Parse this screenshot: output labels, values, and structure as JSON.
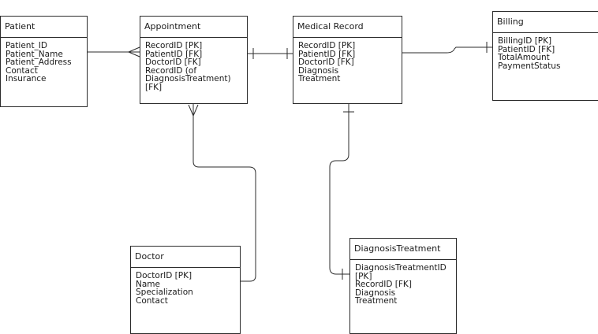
{
  "diagram": {
    "entities": {
      "patient": {
        "name": "Patient",
        "attributes": [
          "Patient_ID",
          "Patient_Name",
          "Patient_Address",
          "Contact",
          "Insurance"
        ]
      },
      "appointment": {
        "name": "Appointment",
        "attributes": [
          "RecordID [PK]",
          "PatientID [FK]",
          "DoctorID [FK]",
          "RecordID (of",
          "DiagnosisTreatment)",
          "[FK]"
        ]
      },
      "medical_record": {
        "name": "Medical Record",
        "attributes": [
          "RecordID [PK]",
          "PatientID [FK]",
          "DoctorID [FK]",
          "Diagnosis",
          "Treatment"
        ]
      },
      "billing": {
        "name": "Billing",
        "attributes": [
          "BillingID [PK]",
          "PatientID [FK]",
          "TotalAmount",
          "PaymentStatus"
        ]
      },
      "doctor": {
        "name": "Doctor",
        "attributes": [
          "DoctorID [PK]",
          "Name",
          "Specialization",
          "Contact"
        ]
      },
      "diagnosis_treatment": {
        "name": "DiagnosisTreatment",
        "attributes": [
          "DiagnosisTreatmentID",
          "[PK]",
          "RecordID [FK]",
          "Diagnosis",
          "Treatment"
        ]
      }
    },
    "relationships": [
      {
        "from": "Patient",
        "to": "Appointment",
        "from_end": "none",
        "to_end": "many"
      },
      {
        "from": "Appointment",
        "to": "Medical Record",
        "from_end": "one",
        "to_end": "one"
      },
      {
        "from": "Medical Record",
        "to": "Billing",
        "from_end": "none",
        "to_end": "one"
      },
      {
        "from": "Appointment",
        "to": "Doctor",
        "from_end": "many",
        "to_end": "none"
      },
      {
        "from": "Medical Record",
        "to": "DiagnosisTreatment",
        "from_end": "one",
        "to_end": "one"
      }
    ],
    "colors": {
      "line": "#2b2b2b",
      "background": "#ffffff"
    }
  }
}
